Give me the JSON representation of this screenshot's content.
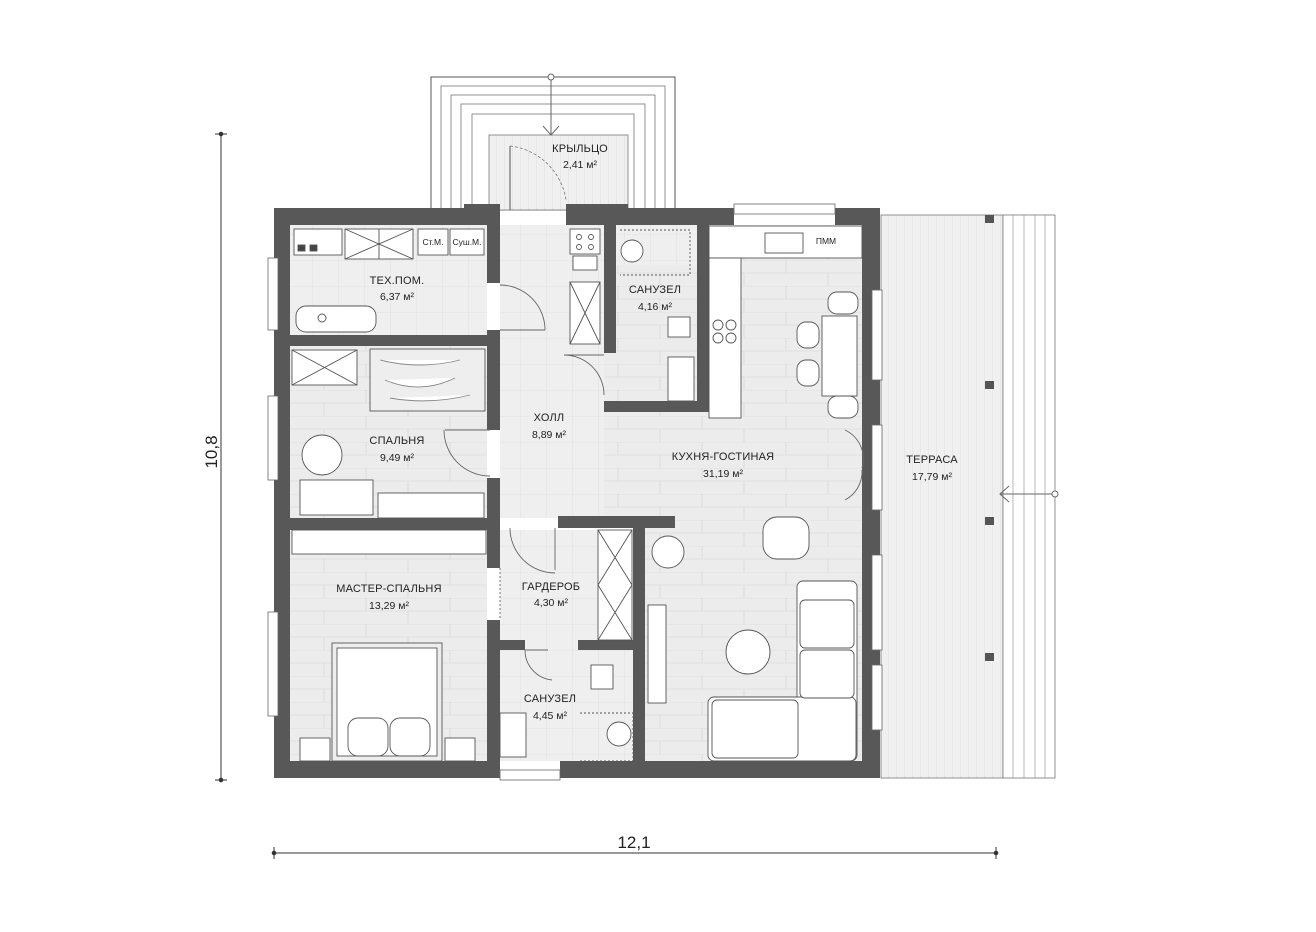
{
  "plan": {
    "dimensions": {
      "width": "12,1",
      "height": "10,8"
    },
    "rooms": [
      {
        "id": "porch",
        "name": "КРЫЛЬЦО",
        "area": "2,41 м²"
      },
      {
        "id": "utility",
        "name": "ТЕХ.ПОМ.",
        "area": "6,37 м²"
      },
      {
        "id": "bath1",
        "name": "САНУЗЕЛ",
        "area": "4,16 м²"
      },
      {
        "id": "hall",
        "name": "ХОЛЛ",
        "area": "8,89 м²"
      },
      {
        "id": "bedroom",
        "name": "СПАЛЬНЯ",
        "area": "9,49 м²"
      },
      {
        "id": "living",
        "name": "КУХНЯ-ГОСТИНАЯ",
        "area": "31,19 м²"
      },
      {
        "id": "terrace",
        "name": "ТЕРРАСА",
        "area": "17,79 м²"
      },
      {
        "id": "master",
        "name": "МАСТЕР-СПАЛЬНЯ",
        "area": "13,29 м²"
      },
      {
        "id": "wardrobe",
        "name": "ГАРДЕРОБ",
        "area": "4,30 м²"
      },
      {
        "id": "bath2",
        "name": "САНУЗЕЛ",
        "area": "4,45 м²"
      }
    ],
    "appliances": {
      "washer": "Ст.М.",
      "dryer": "Суш.М.",
      "dishwasher": "ПММ"
    }
  }
}
